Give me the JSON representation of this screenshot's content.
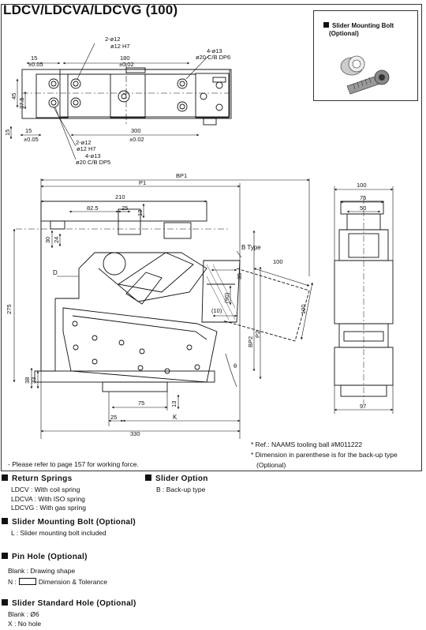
{
  "title": "LDCV/LDCVA/LDCVG (100)",
  "inset": {
    "heading": "Slider Mounting Bolt",
    "subheading": "(Optional)"
  },
  "dims": {
    "top_view": {
      "pin_hole_top": "2-ø12",
      "pin_hole_top_fit": "ø12 H7",
      "cb_top": "4-ø13",
      "cb_top_spec": "ø20 C/B DP6",
      "d15a": "15",
      "d180": "180",
      "tol_a": "±0.05",
      "tol_b": "±0.02",
      "d45": "45",
      "d37_5": "37.5",
      "d15b": "15",
      "d15c": "15",
      "d300": "300",
      "pin_hole_bot": "2-ø12",
      "pin_hole_bot_fit": "ø12 H7",
      "cb_bot": "4-ø13",
      "cb_bot_spec": "ø20 C/B DP5"
    },
    "front_view": {
      "bp1": "BP1",
      "p1": "P1",
      "d210": "210",
      "d82_5": "82.5",
      "d25a": "25",
      "d13a": "13",
      "d30": "30",
      "d24": "24",
      "d_label": "D",
      "b_type": "B Type",
      "d100a": "100",
      "d35": "35",
      "d90": "(90)",
      "d10": "(10)",
      "d100b": "100",
      "bp2": "BP2",
      "p2": "P2",
      "theta": "θ",
      "d275": "275",
      "d38": "38",
      "d33": "33",
      "d75": "75",
      "d13b": "13",
      "d25b": "25",
      "k_label": "K",
      "d330": "330"
    },
    "side_view": {
      "d100": "100",
      "d75": "75",
      "d50": "50",
      "d97": "97"
    }
  },
  "notes": [
    "Ref.: NAAMS tooling ball #M011222",
    "Dimension in parenthese is for the back-up type",
    "(Optional)"
  ],
  "force_note": "- Please refer to page 157 for working force.",
  "sections": {
    "return_springs": {
      "heading": "Return Springs",
      "items": [
        "LDCV : With coil spring",
        "LDCVA : With ISO spring",
        "LDCVG : With gas spring"
      ]
    },
    "slider_option": {
      "heading": "Slider Option",
      "items": [
        "B : Back-up type"
      ]
    },
    "slider_bolt": {
      "heading": "Slider Mounting Bolt (Optional)",
      "items": [
        "L : Slider mounting bolt included"
      ]
    },
    "pin_hole": {
      "heading": "Pin Hole (Optional)",
      "blank": "Blank : Drawing shape",
      "n_prefix": "N :",
      "n_suffix": "Dimension & Tolerance"
    },
    "std_hole": {
      "heading": "Slider Standard Hole (Optional)",
      "items": [
        "Blank : Ø6",
        "X : No hole"
      ]
    }
  }
}
